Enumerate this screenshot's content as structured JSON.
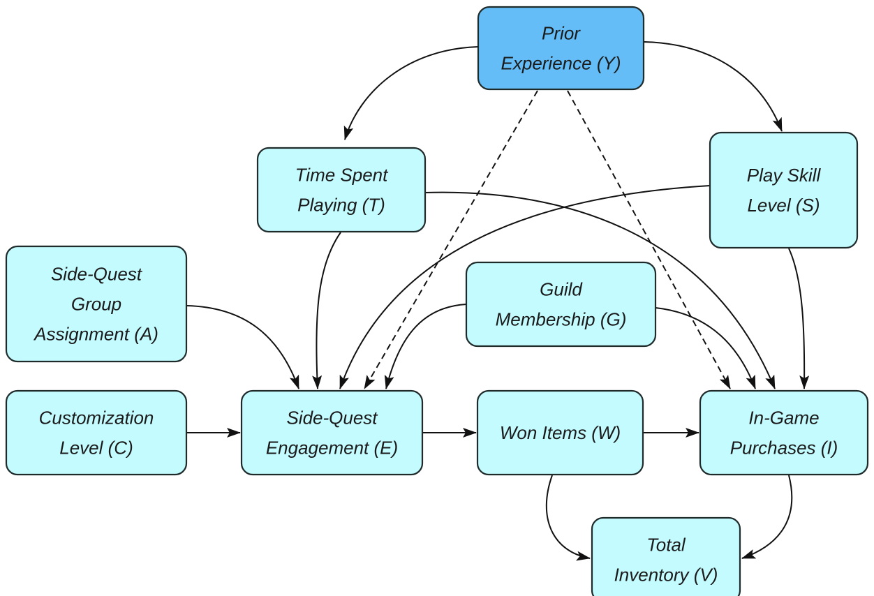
{
  "diagram": {
    "type": "causal-dag",
    "colors": {
      "node_fill": "#c4fbff",
      "highlight_fill": "#64bdf6",
      "node_stroke": "#1f2a2a",
      "edge": "#111111",
      "background": "#ffffff"
    },
    "nodes": [
      {
        "id": "Y",
        "lines": [
          "Prior",
          "Experience (Y)"
        ],
        "highlight": true
      },
      {
        "id": "T",
        "lines": [
          "Time Spent",
          "Playing (T)"
        ],
        "highlight": false
      },
      {
        "id": "S",
        "lines": [
          "Play Skill",
          "Level (S)"
        ],
        "highlight": false
      },
      {
        "id": "A",
        "lines": [
          "Side-Quest",
          "Group",
          "Assignment (A)"
        ],
        "highlight": false
      },
      {
        "id": "G",
        "lines": [
          "Guild",
          "Membership (G)"
        ],
        "highlight": false
      },
      {
        "id": "C",
        "lines": [
          "Customization",
          "Level (C)"
        ],
        "highlight": false
      },
      {
        "id": "E",
        "lines": [
          "Side-Quest",
          "Engagement (E)"
        ],
        "highlight": false
      },
      {
        "id": "W",
        "lines": [
          "Won Items (W)"
        ],
        "highlight": false
      },
      {
        "id": "I",
        "lines": [
          "In-Game",
          "Purchases (I)"
        ],
        "highlight": false
      },
      {
        "id": "V",
        "lines": [
          "Total",
          "Inventory (V)"
        ],
        "highlight": false
      }
    ],
    "edges": [
      {
        "from": "Y",
        "to": "T",
        "style": "solid"
      },
      {
        "from": "Y",
        "to": "S",
        "style": "solid"
      },
      {
        "from": "Y",
        "to": "E",
        "style": "dashed"
      },
      {
        "from": "Y",
        "to": "I",
        "style": "dashed"
      },
      {
        "from": "T",
        "to": "E",
        "style": "solid"
      },
      {
        "from": "T",
        "to": "I",
        "style": "solid"
      },
      {
        "from": "S",
        "to": "E",
        "style": "solid"
      },
      {
        "from": "S",
        "to": "I",
        "style": "solid"
      },
      {
        "from": "A",
        "to": "E",
        "style": "solid"
      },
      {
        "from": "G",
        "to": "E",
        "style": "solid"
      },
      {
        "from": "G",
        "to": "I",
        "style": "solid"
      },
      {
        "from": "C",
        "to": "E",
        "style": "solid"
      },
      {
        "from": "E",
        "to": "W",
        "style": "solid"
      },
      {
        "from": "W",
        "to": "I",
        "style": "solid"
      },
      {
        "from": "W",
        "to": "V",
        "style": "solid"
      },
      {
        "from": "I",
        "to": "V",
        "style": "solid"
      }
    ]
  }
}
